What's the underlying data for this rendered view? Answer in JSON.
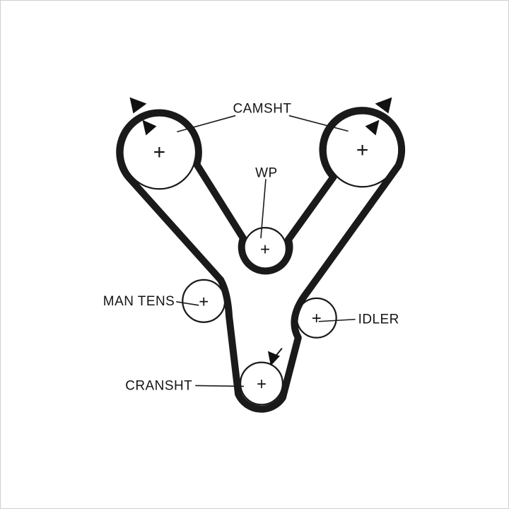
{
  "diagram": {
    "background_color": "#ffffff",
    "ink_color": "#1a1a1a",
    "center_mark": "+",
    "labels": {
      "camshaft": "CAMSHT",
      "water_pump": "WP",
      "manual_tensioner": "MAN TENS",
      "idler": "IDLER",
      "crankshaft": "CRANSHT"
    }
  }
}
